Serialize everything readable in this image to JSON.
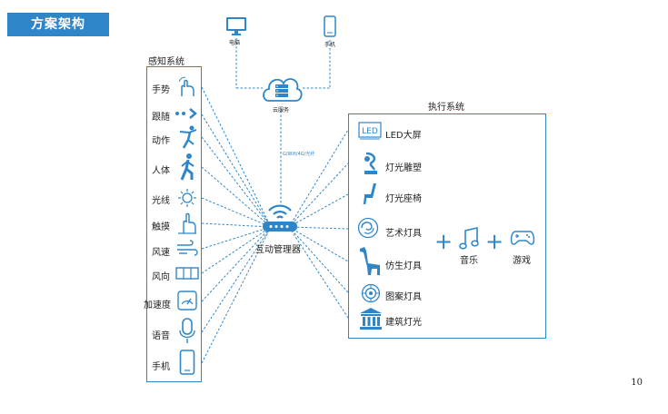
{
  "page": {
    "title": "方案架构",
    "page_number": "10"
  },
  "sensor_panel": {
    "title": "感知系统",
    "items": [
      {
        "label": "手势",
        "icon": "hand-gesture-icon"
      },
      {
        "label": "跟随",
        "icon": "follow-icon"
      },
      {
        "label": "动作",
        "icon": "dance-figure-icon"
      },
      {
        "label": "人体",
        "icon": "walking-person-icon"
      },
      {
        "label": "光线",
        "icon": "sun-icon"
      },
      {
        "label": "触摸",
        "icon": "touch-icon"
      },
      {
        "label": "风速",
        "icon": "wind-icon"
      },
      {
        "label": "风向",
        "icon": "wind-direction-icon"
      },
      {
        "label": "加速度",
        "icon": "gauge-icon"
      },
      {
        "label": "语音",
        "icon": "microphone-icon"
      },
      {
        "label": "手机",
        "icon": "phone-icon"
      }
    ]
  },
  "exec_panel": {
    "title": "执行系统",
    "items": [
      {
        "label": "LED大屏",
        "icon": "led-icon",
        "icon_text": "LED"
      },
      {
        "label": "灯光雕塑",
        "icon": "sculpture-icon"
      },
      {
        "label": "灯光座椅",
        "icon": "chair-icon"
      },
      {
        "label": "艺术灯具",
        "icon": "art-lamp-icon"
      },
      {
        "label": "仿生灯具",
        "icon": "giraffe-icon"
      },
      {
        "label": "图案灯具",
        "icon": "pattern-lamp-icon"
      },
      {
        "label": "建筑灯光",
        "icon": "building-icon"
      }
    ],
    "extras": [
      {
        "label": "音乐",
        "icon": "music-note-icon"
      },
      {
        "label": "游戏",
        "icon": "gamepad-icon"
      }
    ]
  },
  "hub": {
    "label": "互动管理器",
    "icon": "router-icon"
  },
  "cloud": {
    "label": "云服务",
    "icon": "cloud-server-icon"
  },
  "top_devices": [
    {
      "label": "电脑",
      "icon": "monitor-icon"
    },
    {
      "label": "手机",
      "icon": "phone-icon"
    }
  ],
  "link_label": "G/Wifi/4G/光纤",
  "colors": {
    "accent": "#2e86c9",
    "line": "#2e86c9",
    "icon": "#2e86c9"
  }
}
